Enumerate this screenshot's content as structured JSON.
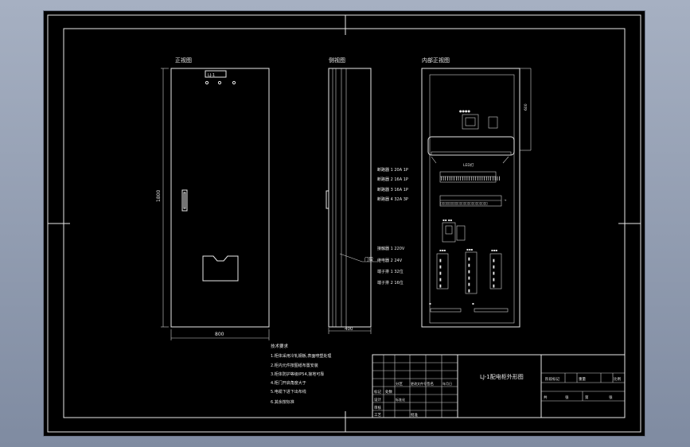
{
  "drawing": {
    "front_view_label": "正视图",
    "side_view_label": "侧视图",
    "internal_view_label": "内部正视图",
    "door_plate": "LJ-1",
    "height_dim": "1800",
    "width_dim": "800",
    "depth_dim": "400",
    "side_callout": "门铰",
    "side_top_callout": "600",
    "internal_dim": "LED灯",
    "notes_title": "技术要求",
    "notes": [
      "1.柜体采用冷轧钢板,表面喷塑处理",
      "2.柜内元件按图纸布置安装",
      "3.柜体防护等级IP54,接地可靠",
      "4.柜门开启角度大于",
      "5.电缆下进下出布线",
      "6.其余按标准"
    ],
    "components_upper": [
      "断路器 1 20A 1P",
      "断路器 2 16A 1P",
      "断路器 3 16A 1P",
      "断路器 4 32A 3P"
    ],
    "components_lower": [
      "接触器 1 220V",
      "继电器 2 24V",
      "端子排 1 32位",
      "端子排 2 16位"
    ]
  },
  "title_block": {
    "drawing_title": "LJ-1配电柜外形图",
    "cells_left": [
      "标记",
      "处数",
      "分区",
      "更改文件号",
      "签名",
      "年月日",
      "设计",
      "标准化",
      "审核",
      "工艺",
      "批准"
    ],
    "cells_right": [
      "阶段标记",
      "重量",
      "比例",
      "共",
      "张",
      "第",
      "张"
    ]
  }
}
